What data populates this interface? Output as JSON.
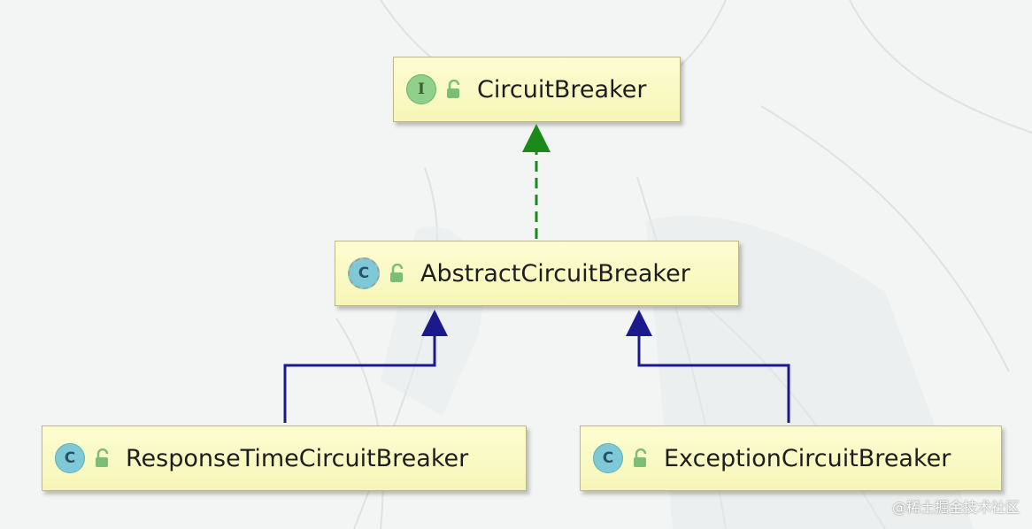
{
  "nodes": {
    "circuit_breaker": {
      "kind": "interface",
      "badge": "I",
      "label": "CircuitBreaker"
    },
    "abstract_circuit_breaker": {
      "kind": "abstract-class",
      "badge": "C",
      "label": "AbstractCircuitBreaker"
    },
    "response_time_circuit_breaker": {
      "kind": "class",
      "badge": "C",
      "label": "ResponseTimeCircuitBreaker"
    },
    "exception_circuit_breaker": {
      "kind": "class",
      "badge": "C",
      "label": "ExceptionCircuitBreaker"
    }
  },
  "edges": [
    {
      "from": "abstract_circuit_breaker",
      "to": "circuit_breaker",
      "type": "implements",
      "color": "#1a8a1a"
    },
    {
      "from": "response_time_circuit_breaker",
      "to": "abstract_circuit_breaker",
      "type": "extends",
      "color": "#1a1a8c"
    },
    {
      "from": "exception_circuit_breaker",
      "to": "abstract_circuit_breaker",
      "type": "extends",
      "color": "#1a1a8c"
    }
  ],
  "colors": {
    "node_fill": "#fbfbc6",
    "interface_badge": "#8fd08a",
    "class_badge": "#7fc8d6",
    "lock": "#7cbf74"
  },
  "watermark": "@稀土掘金技术社区"
}
